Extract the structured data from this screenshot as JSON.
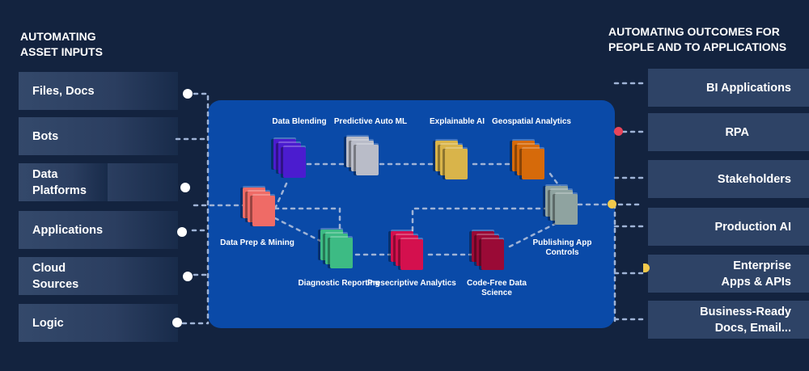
{
  "left": {
    "title_lines": [
      "AUTOMATING",
      "ASSET INPUTS"
    ],
    "items": [
      "Files, Docs",
      "Bots",
      "Data Platforms",
      "Applications",
      "Cloud Sources",
      "Logic"
    ]
  },
  "right": {
    "title_lines": [
      "AUTOMATING OUTCOMES FOR",
      "PEOPLE AND TO APPLICATIONS"
    ],
    "items": [
      "BI Applications",
      "RPA",
      "Stakeholders",
      "Production AI",
      "Enterprise Apps & APIs",
      "Business-Ready Docs, Email..."
    ]
  },
  "modules": [
    {
      "label": "Data Blending",
      "color": "#4b1ccf"
    },
    {
      "label": "Predictive Auto ML",
      "color": "#b9bcc8"
    },
    {
      "label": "Explainable AI",
      "color": "#d9b44a"
    },
    {
      "label": "Geospatial Analytics",
      "color": "#d66a0a"
    },
    {
      "label": "Data Prep & Mining",
      "color": "#ef6b66"
    },
    {
      "label": "Diagnostic Reporting",
      "color": "#3dbb84"
    },
    {
      "label": "Presecriptive Analytics",
      "color": "#d4104e"
    },
    {
      "label": "Code-Free Data Science",
      "color": "#9a0a36"
    },
    {
      "label": "Publishing App Controls",
      "color": "#8fa3a0"
    }
  ],
  "colors": {
    "background": "#13233f",
    "panel": "#0a4aa8",
    "rpa_dot": "#e8455a",
    "yellow_dot": "#f2c94c"
  }
}
